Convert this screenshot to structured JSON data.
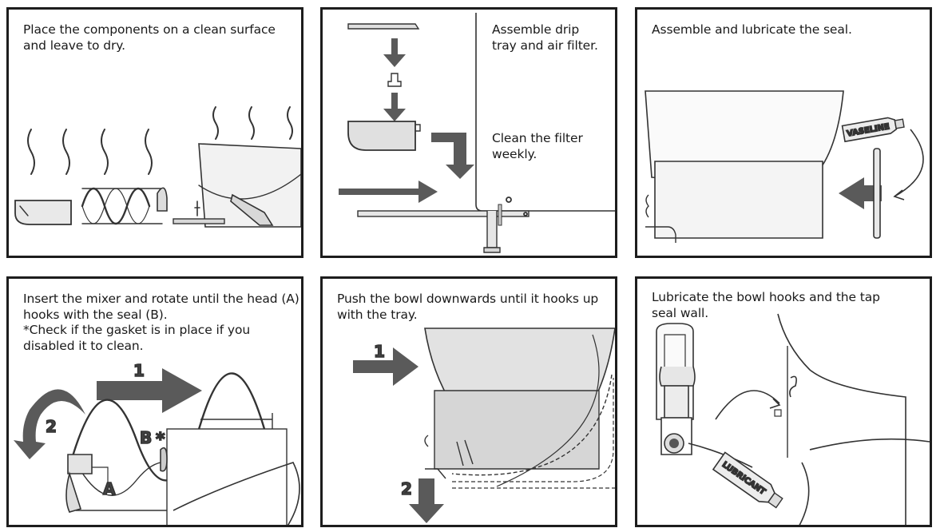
{
  "steps": [
    {
      "caption_lines": [
        "Place the components on a clean surface",
        "and leave to dry."
      ]
    },
    {
      "caption_lines": [
        "Assemble drip",
        "tray and air filter."
      ],
      "caption2_lines": [
        "Clean the filter",
        "weekly."
      ]
    },
    {
      "caption_lines": [
        "Assemble and lubricate the seal."
      ],
      "tube_label": "VASELINE"
    },
    {
      "caption_lines": [
        "Insert the mixer and rotate until the head (A)",
        "hooks with the seal (B).",
        "*Check if the gasket is in place if you",
        "disabled it to clean."
      ],
      "labels": {
        "step1": "1",
        "step2": "2",
        "a": "A",
        "b": "B"
      }
    },
    {
      "caption_lines": [
        "Push the bowl downwards until it hooks up",
        "with the tray."
      ],
      "labels": {
        "step1": "1",
        "step2": "2"
      }
    },
    {
      "caption_lines": [
        "Lubricate the bowl hooks and the tap",
        "seal wall."
      ],
      "tube_label": "LUBRICANT"
    }
  ]
}
